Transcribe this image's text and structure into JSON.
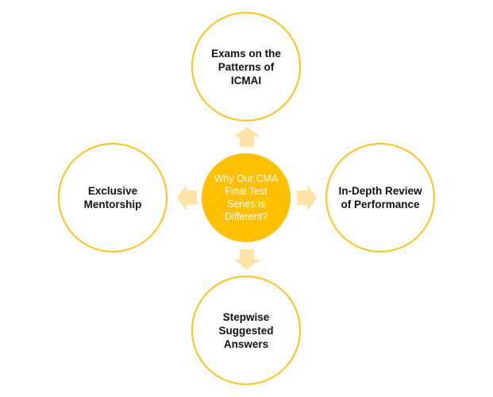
{
  "center": {
    "label": "Why Our CMA Final Test Series is Different?"
  },
  "nodes": {
    "top": "Exams on the Patterns of ICMAI",
    "right": "In-Depth Review of Performance",
    "bottom": "Stepwise Suggested Answers",
    "left": "Exclusive Mentorship"
  },
  "colors": {
    "center_fill": "#ffc000",
    "circle_border": "#ffc21a",
    "arrow_fill": "#ffe2a6"
  }
}
